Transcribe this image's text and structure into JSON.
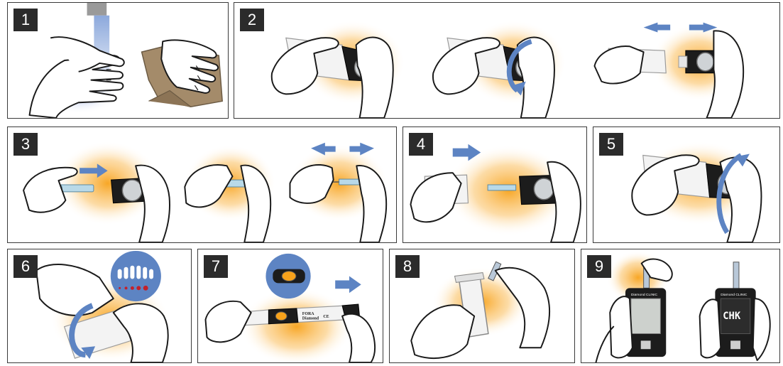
{
  "steps": [
    {
      "number": "1"
    },
    {
      "number": "2"
    },
    {
      "number": "3"
    },
    {
      "number": "4"
    },
    {
      "number": "5"
    },
    {
      "number": "6"
    },
    {
      "number": "7"
    },
    {
      "number": "8"
    },
    {
      "number": "9"
    }
  ],
  "device": {
    "pen_label_line1": "FORA",
    "pen_label_line2": "Diamond",
    "ce_mark": "CE",
    "meter_brand": "Diamond CLINIC",
    "meter_display": "CHK"
  },
  "colors": {
    "accent_orange": "#f7a21b",
    "arrow_blue": "#5d84c3",
    "water_blue": "#7f9fd8",
    "badge_dark": "#2b2b2b",
    "towel_brown": "#a48b6a"
  }
}
